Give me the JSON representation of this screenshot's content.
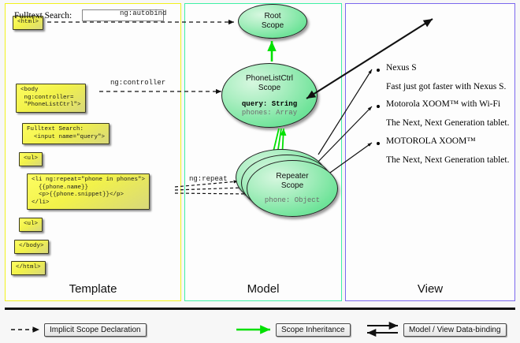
{
  "panels": {
    "template": {
      "label": "Template",
      "border_color": "#f2f21c",
      "boxes": [
        {
          "name": "html-open",
          "text": "<html>"
        },
        {
          "name": "body-open",
          "text": "<body\n ng:controller=\n \"PhoneListCtrl\">"
        },
        {
          "name": "fulltext-search",
          "text": "Fulltext Search:\n  <input name=\"query\">"
        },
        {
          "name": "ul-open",
          "text": "<ul>"
        },
        {
          "name": "li-repeat",
          "text": "<li ng:repeat=\"phone in phones\">\n  {{phone.name}}\n  <p>{{phone.snippet}}</p>\n</li>"
        },
        {
          "name": "ul-close",
          "text": "<ul>"
        },
        {
          "name": "body-close",
          "text": "</body>"
        },
        {
          "name": "html-close",
          "text": "</html>"
        }
      ]
    },
    "model": {
      "label": "Model",
      "border_color": "#3ff0a5",
      "scopes": [
        {
          "name": "root-scope",
          "title_line1": "Root",
          "title_line2": "Scope",
          "fields": []
        },
        {
          "name": "phonelistctrl-scope",
          "title_line1": "PhoneListCtrl",
          "title_line2": "Scope",
          "fields": [
            {
              "text": "query: String",
              "style": "primary"
            },
            {
              "text": "phones: Array",
              "style": "secondary"
            }
          ]
        },
        {
          "name": "repeater-scope",
          "title_line1": "Repeater",
          "title_line2": "Scope",
          "fields": [
            {
              "text": "phone: Object",
              "style": "secondary"
            }
          ]
        }
      ]
    },
    "view": {
      "label": "View",
      "border_color": "#7b68ee",
      "search_label": "Fulltext Search:",
      "search_value": "",
      "items": [
        {
          "name": "Nexus S",
          "snippet": "Fast just got faster with Nexus S."
        },
        {
          "name": "Motorola XOOM™  with Wi-Fi",
          "snippet": "The Next, Next Generation tablet."
        },
        {
          "name": "MOTOROLA XOOM™",
          "snippet": "The Next, Next Generation tablet."
        }
      ]
    }
  },
  "edges": {
    "autobind": "ng:autobind",
    "controller": "ng:controller",
    "repeat": "ng:repeat"
  },
  "legend": [
    {
      "name": "implicit-scope-declaration",
      "label": "Implicit Scope Declaration",
      "marker": "dashed-arrow"
    },
    {
      "name": "scope-inheritance",
      "label": "Scope Inheritance",
      "marker": "green-arrow",
      "color": "#00e000"
    },
    {
      "name": "model-view-data-binding",
      "label": "Model / View Data-binding",
      "marker": "double-arrow"
    }
  ]
}
